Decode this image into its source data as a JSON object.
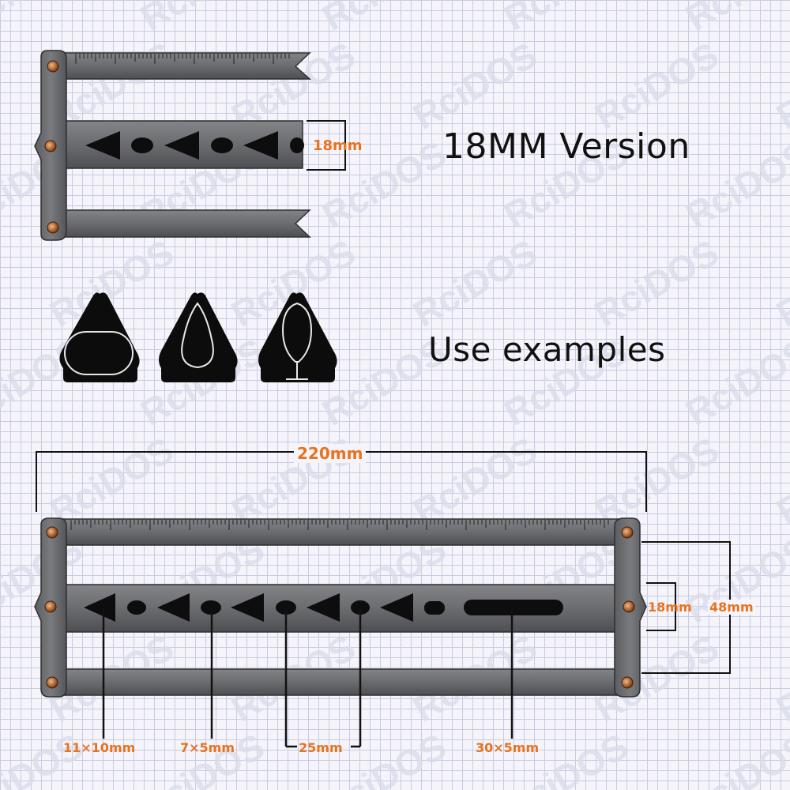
{
  "watermark": "RciDOS",
  "top_section": {
    "title": "18MM Version",
    "dimension": "18mm"
  },
  "examples_section": {
    "title": "Use examples",
    "items": [
      "oval-shape",
      "teardrop-shape",
      "balloon-shape"
    ]
  },
  "bottom_section": {
    "overall_length": "220mm",
    "inner_height": "18mm",
    "outer_height": "48mm",
    "callouts": [
      "11×10mm",
      "7×5mm",
      "25mm",
      "30×5mm"
    ]
  },
  "colors": {
    "bar": "#6c6d70",
    "bar_dark": "#3c3c3e",
    "dimension_text": "#e8731e",
    "rivet": "#b06a3a",
    "background": "#f4f4fa",
    "grid": "#c9cbe3"
  }
}
